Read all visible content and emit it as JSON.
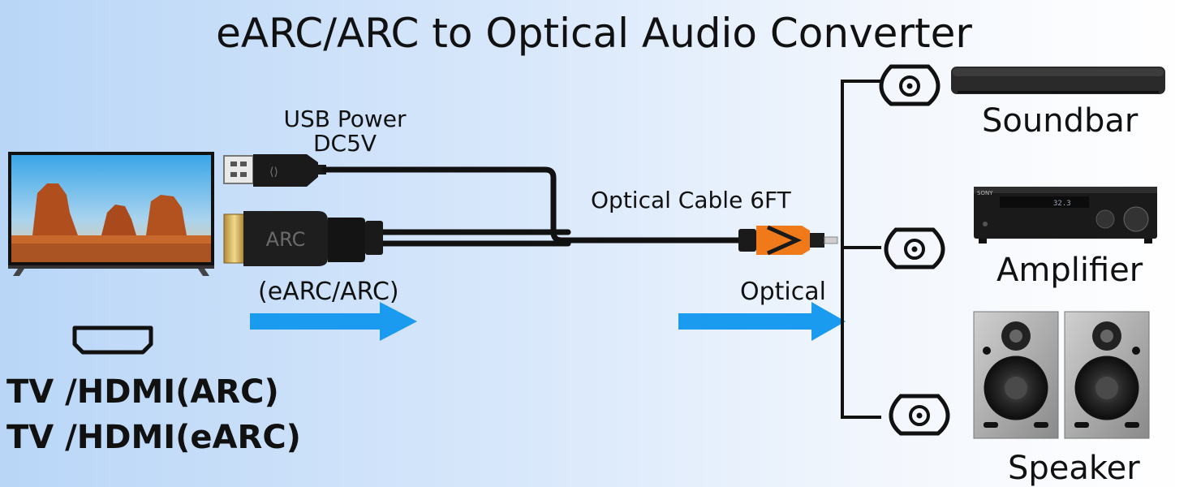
{
  "title": "eARC/ARC to Optical Audio Converter",
  "usb": {
    "line1": "USB Power",
    "line2": "DC5V"
  },
  "cable_label": "Optical Cable 6FT",
  "adapter_label": "ARC",
  "input_label": "(eARC/ARC)",
  "output_label": "Optical",
  "tv_labels": [
    "TV /HDMI(ARC)",
    "TV /HDMI(eARC)"
  ],
  "devices": {
    "soundbar": "Soundbar",
    "amplifier": "Amplifier",
    "speaker": "Speaker"
  },
  "receiver_brand": "SONY",
  "receiver_display": "32.3",
  "colors": {
    "arrow": "#1a9bf0",
    "cable": "#111111",
    "plug_orange": "#f07a1a"
  }
}
